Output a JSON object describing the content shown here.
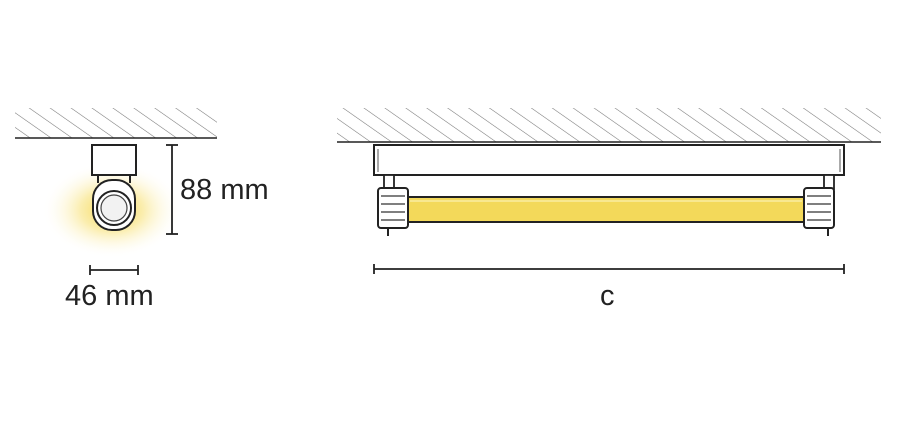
{
  "labels": {
    "height": "88 mm",
    "width": "46 mm",
    "length": "c"
  },
  "colors": {
    "line": "#222222",
    "hatch": "#666666",
    "tube_light": "#f3d95a",
    "glow": "#f7e27a"
  }
}
